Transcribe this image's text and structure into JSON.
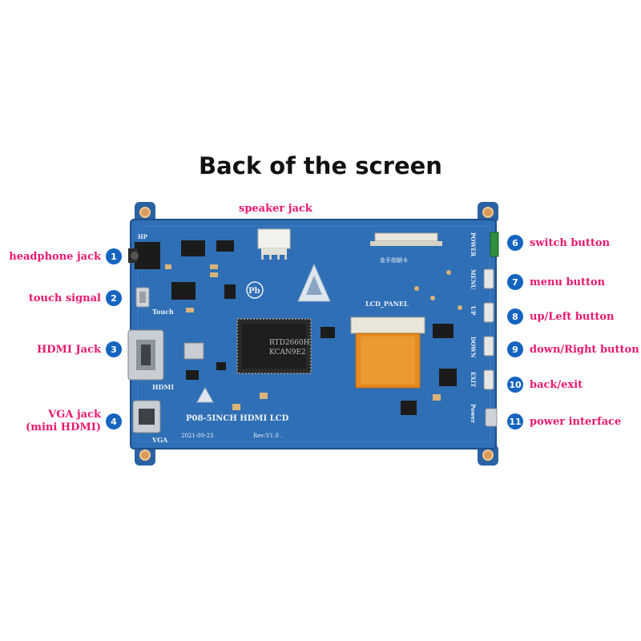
{
  "title": "Back of the screen",
  "speaker_label": "speaker jack",
  "callouts_left": [
    {
      "num": "1",
      "label": "headphone jack"
    },
    {
      "num": "2",
      "label": "touch signal"
    },
    {
      "num": "3",
      "label": "HDMI Jack"
    },
    {
      "num": "4",
      "label_line1": "VGA jack",
      "label_line2": "(mini HDMI)"
    }
  ],
  "callouts_right": [
    {
      "num": "6",
      "label": "switch button"
    },
    {
      "num": "7",
      "label": "menu button"
    },
    {
      "num": "8",
      "label": "up/Left button"
    },
    {
      "num": "9",
      "label": "down/Right button"
    },
    {
      "num": "10",
      "label": "back/exit"
    },
    {
      "num": "11",
      "label": "power interface"
    }
  ],
  "board": {
    "model": "P08-5INCH HDMI LCD",
    "date": "2021-09-23",
    "rev": "Rev:V1.0 .",
    "lcd_panel": "LCD_PANEL",
    "chip_line1": "RTD2660H",
    "chip_line2": "KCAN9E2",
    "hp": "HP",
    "touch": "Touch",
    "hdmi": "HDMI",
    "vga": "VGA",
    "side_power": "POWER",
    "side_menu": "MENU",
    "side_up": "UP",
    "side_down": "DOWN",
    "side_exit": "EXIT",
    "side_power2": "Power",
    "pb_logo": "Pb",
    "chinese": "金手指朝卡"
  },
  "colors": {
    "board_blue": "#2f6fb5",
    "board_edge": "#1f4f8a",
    "label_pink": "#e8196f",
    "badge_blue": "#1565c0",
    "flex_orange": "#e58a1f"
  }
}
